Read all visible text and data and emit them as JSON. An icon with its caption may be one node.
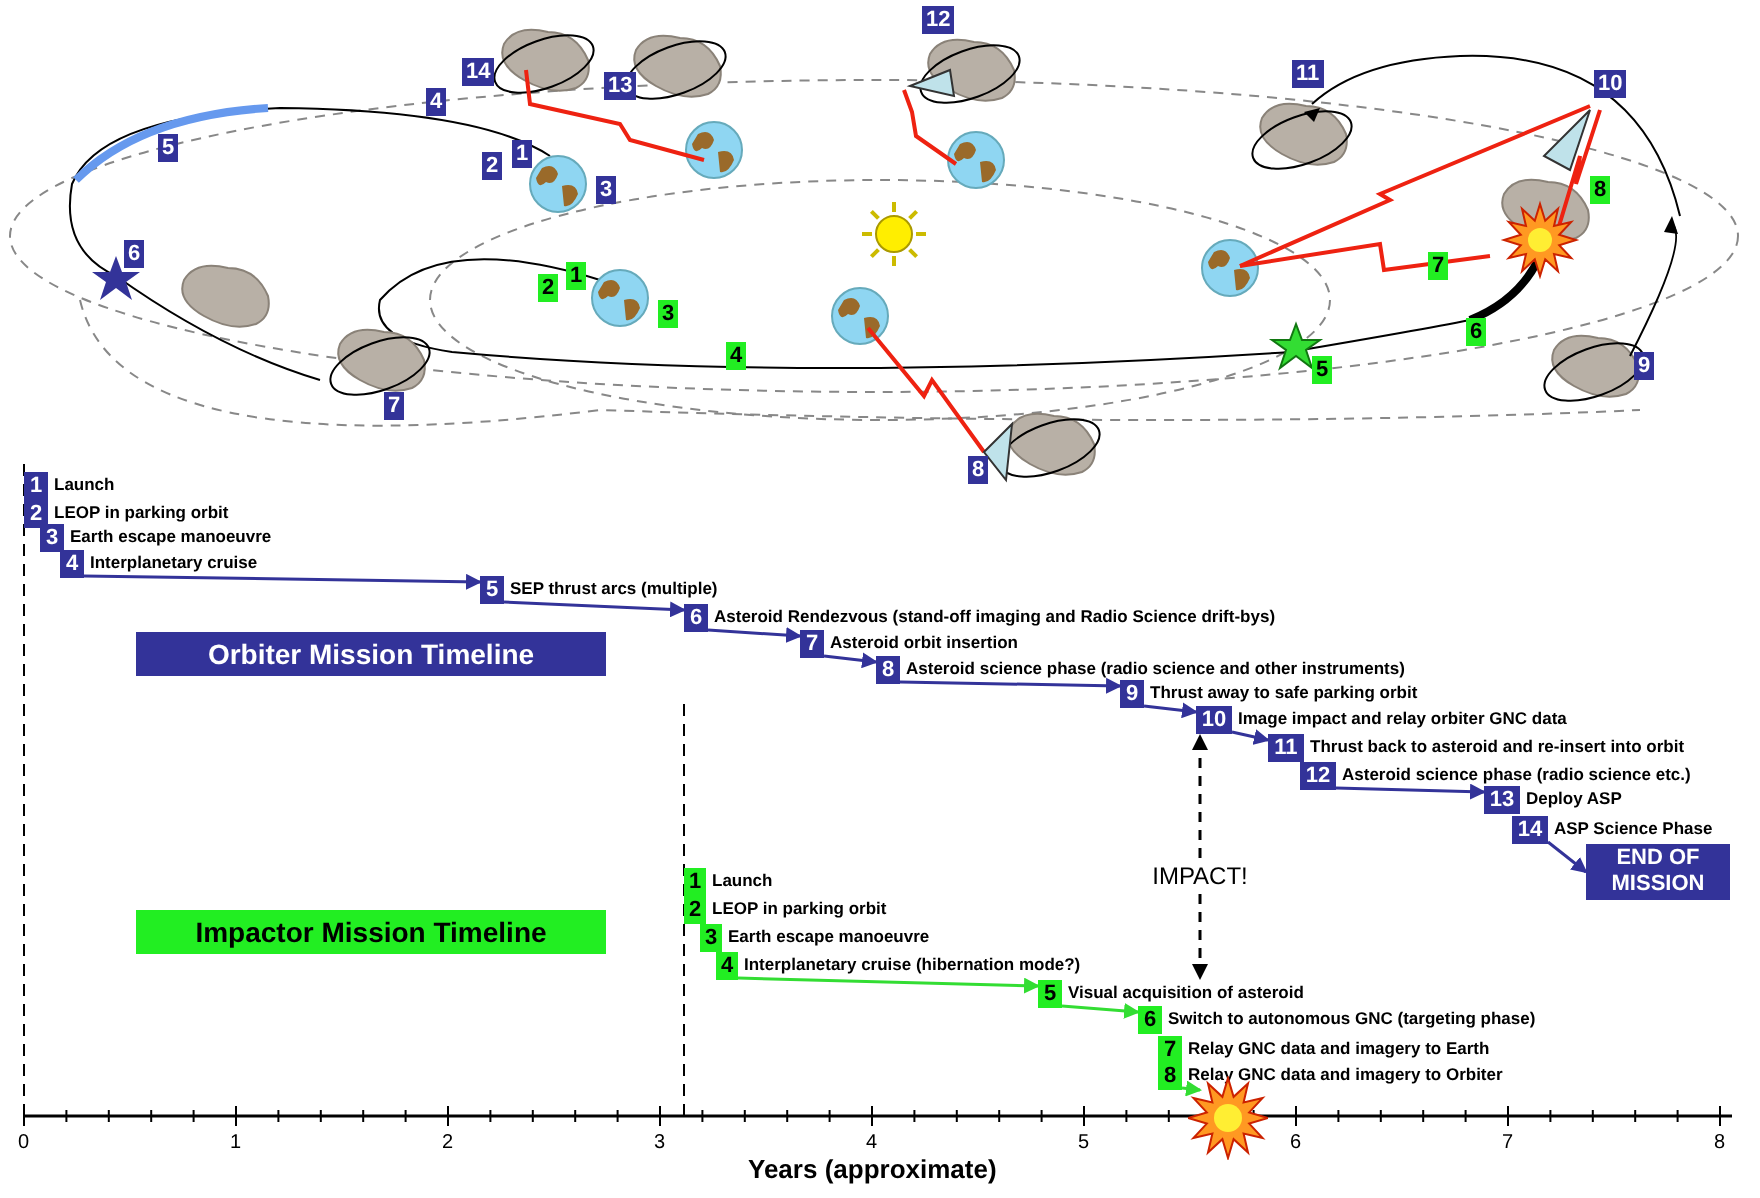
{
  "diagram": {
    "nodes": [
      {
        "text": [
          "12"
        ]
      },
      {
        "text": [
          "14"
        ]
      },
      {
        "text": [
          "13"
        ]
      },
      {
        "text": [
          "11"
        ]
      },
      {
        "text": [
          "10"
        ]
      },
      {
        "text": [
          "4"
        ]
      },
      {
        "text": [
          "5"
        ]
      },
      {
        "text": [
          "2"
        ]
      },
      {
        "text": [
          "1"
        ]
      },
      {
        "text": [
          "3"
        ]
      },
      {
        "text": [
          "8"
        ]
      },
      {
        "text": [
          "6"
        ]
      },
      {
        "text": [
          "7"
        ]
      },
      {
        "text": [
          "2"
        ]
      },
      {
        "text": [
          "1"
        ]
      },
      {
        "text": [
          "3"
        ]
      },
      {
        "text": [
          "6"
        ]
      },
      {
        "text": [
          "4"
        ]
      },
      {
        "text": [
          "5"
        ]
      },
      {
        "text": [
          "9"
        ]
      },
      {
        "text": [
          "7"
        ]
      },
      {
        "text": [
          "8"
        ]
      },
      {
        "text": [
          "Orbiter Mission Timeline"
        ]
      },
      {
        "text": [
          "1"
        ],
        "beside": [
          "Launch"
        ]
      },
      {
        "text": [
          "2"
        ],
        "beside": [
          "LEOP in parking orbit"
        ]
      },
      {
        "text": [
          "3"
        ],
        "beside": [
          "Earth escape manoeuvre"
        ]
      },
      {
        "text": [
          "4"
        ],
        "beside": [
          "Interplanetary cruise"
        ]
      },
      {
        "text": [
          "5"
        ],
        "beside": [
          "SEP thrust arcs (multiple)"
        ]
      },
      {
        "text": [
          "6"
        ],
        "beside": [
          "Asteroid Rendezvous (stand-off imaging and Radio Science drift-bys)"
        ]
      },
      {
        "text": [
          "7"
        ],
        "beside": [
          "Asteroid orbit insertion"
        ]
      },
      {
        "text": [
          "8"
        ],
        "beside": [
          "Asteroid science phase (radio science and other instruments)"
        ]
      },
      {
        "text": [
          "9"
        ],
        "beside": [
          "Thrust away to safe parking orbit"
        ]
      },
      {
        "text": [
          "10"
        ],
        "beside": [
          "Image impact and relay orbiter GNC data"
        ]
      },
      {
        "text": [
          "11"
        ],
        "beside": [
          "Thrust back to asteroid and re-insert into orbit"
        ]
      },
      {
        "text": [
          "12"
        ],
        "beside": [
          "Asteroid science phase (radio science etc.)"
        ]
      },
      {
        "text": [
          "13"
        ],
        "beside": [
          "Deploy ASP"
        ]
      },
      {
        "text": [
          "14"
        ],
        "beside": [
          "ASP Science Phase"
        ]
      },
      {
        "text": [
          "END OF MISSION"
        ]
      },
      {
        "text": [
          "Impactor Mission Timeline"
        ]
      },
      {
        "text": [
          "1"
        ],
        "beside": [
          "Launch"
        ]
      },
      {
        "text": [
          "2"
        ],
        "beside": [
          "LEOP in parking orbit"
        ]
      },
      {
        "text": [
          "3"
        ],
        "beside": [
          "Earth escape manoeuvre"
        ]
      },
      {
        "text": [
          "4"
        ],
        "beside": [
          "Interplanetary cruise (hibernation mode?)"
        ]
      },
      {
        "text": [
          "5"
        ],
        "beside": [
          "Visual acquisition of asteroid"
        ]
      },
      {
        "text": [
          "6"
        ],
        "beside": [
          "Switch to autonomous GNC (targeting phase)"
        ]
      },
      {
        "text": [
          "7"
        ],
        "beside": [
          "Relay GNC data and imagery to Earth"
        ]
      },
      {
        "text": [
          "8"
        ],
        "beside": [
          "Relay GNC data and imagery to Orbiter"
        ]
      },
      {
        "text": [
          "IMPACT!"
        ]
      },
      {
        "text": [],
        "shape": "picture"
      }
    ],
    "edges": [
      {
        "from": 26,
        "to": 27,
        "arrow": "to"
      },
      {
        "from": 27,
        "to": 28,
        "arrow": "to"
      },
      {
        "from": 28,
        "to": 29,
        "arrow": "to"
      },
      {
        "from": 29,
        "to": 30,
        "arrow": "to"
      },
      {
        "from": 30,
        "to": 31,
        "arrow": "to"
      },
      {
        "from": 31,
        "to": 32,
        "arrow": "to"
      },
      {
        "from": 32,
        "to": 33,
        "arrow": "to"
      },
      {
        "from": 34,
        "to": 35,
        "arrow": "to"
      },
      {
        "from": 36,
        "to": 37,
        "arrow": "to"
      },
      {
        "from": 42,
        "to": 43,
        "arrow": "to",
        "color": "#33dd33"
      },
      {
        "from": 43,
        "to": 44,
        "arrow": "to",
        "color": "#33dd33"
      },
      {
        "from": 46,
        "to": 48,
        "arrow": "to",
        "color": "#33dd33"
      },
      {
        "from": 47,
        "to": 32,
        "arrow": "to",
        "style": "dashed",
        "color": "#000000"
      },
      {
        "from": 47,
        "to": 43,
        "arrow": "to",
        "style": "dashed",
        "color": "#000000"
      }
    ],
    "labels": [
      "0",
      "1",
      "2",
      "3",
      "4",
      "5",
      "6",
      "7",
      "8",
      "Years (approximate)"
    ]
  }
}
